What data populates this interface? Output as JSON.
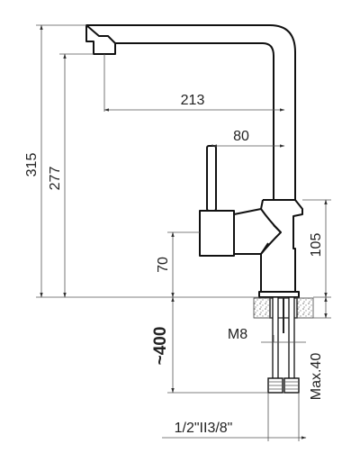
{
  "dimensions": {
    "total_height": "315",
    "spout_height": "277",
    "spout_reach": "213",
    "lever_offset": "80",
    "base_height": "105",
    "lever_base_height": "70",
    "hose_length": "~400",
    "stud_thread": "M8",
    "deck_thickness": "Max.40",
    "connections": "1/2\"II3/8\""
  },
  "colors": {
    "line": "#111111",
    "dimension_line": "#555555",
    "text": "#222222",
    "counter_hatch": "#999999"
  }
}
